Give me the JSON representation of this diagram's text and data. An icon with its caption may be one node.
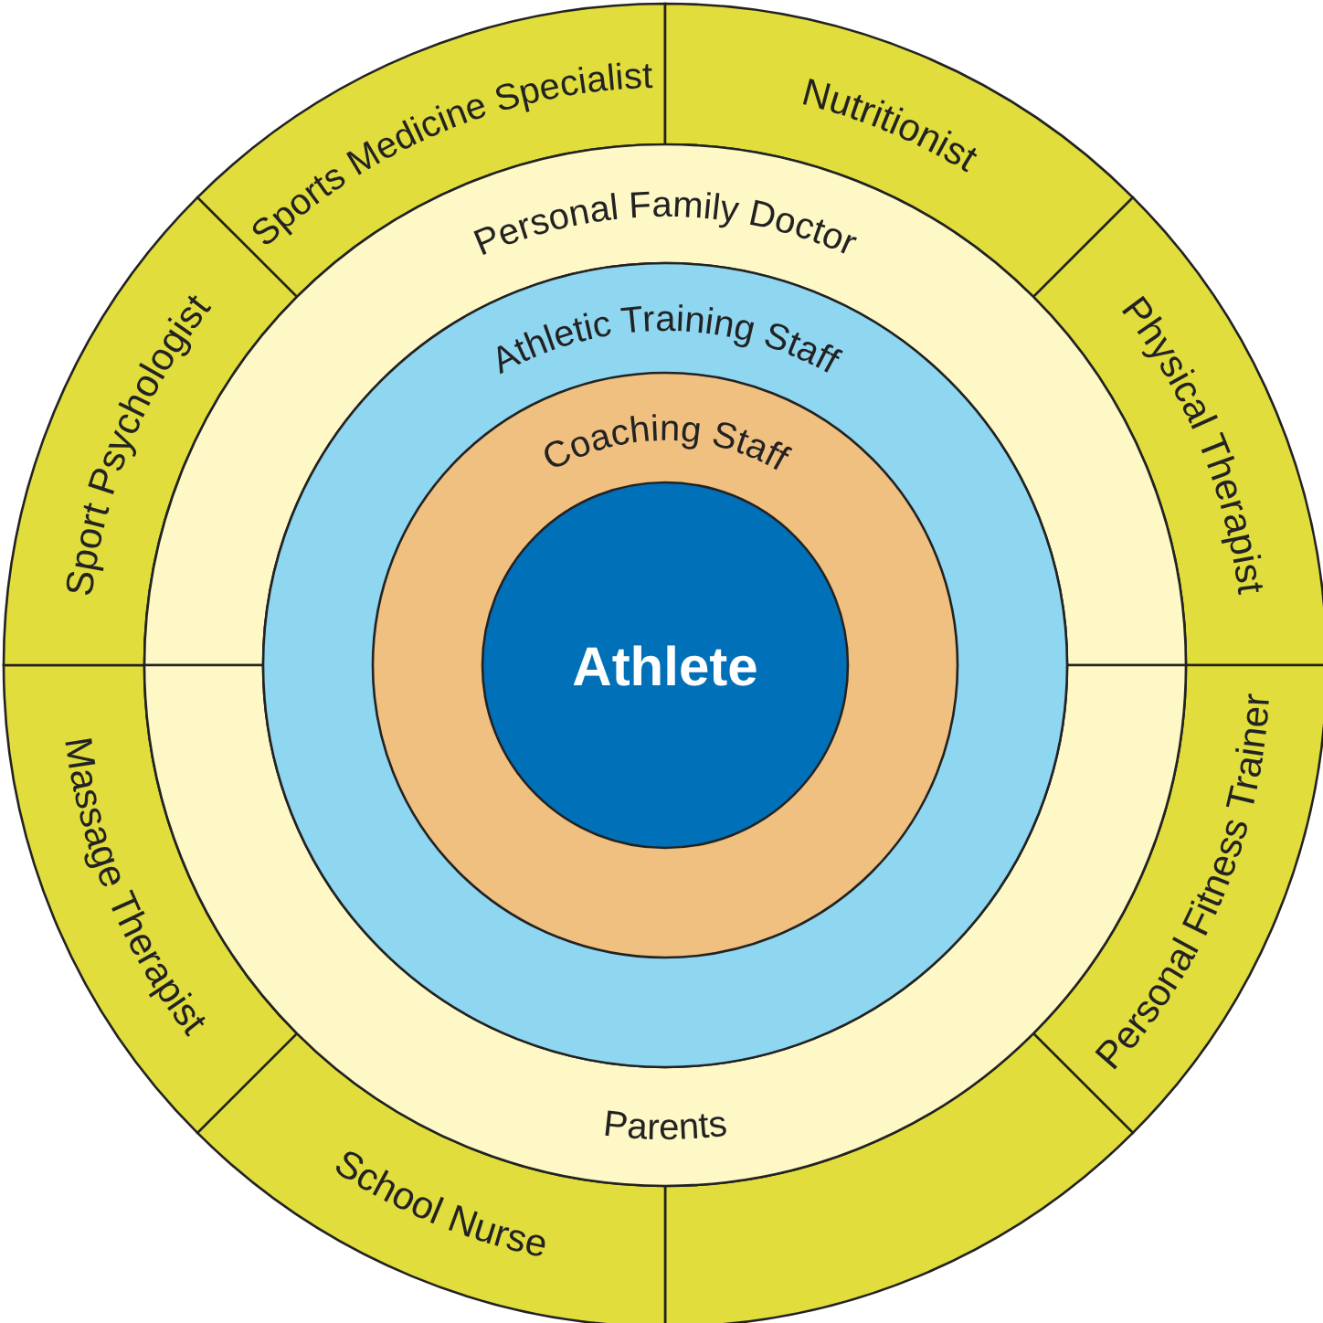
{
  "diagram": {
    "nodes": [
      {
        "text": [
          "Sports Medicine Specialist"
        ]
      },
      {
        "text": [
          "Nutritionist"
        ]
      },
      {
        "text": [
          "Physical Therapist"
        ]
      },
      {
        "text": [
          "Personal Fitness Trainer"
        ]
      },
      {
        "text": [],
        "shape": "sector"
      },
      {
        "text": [
          "School Nurse"
        ]
      },
      {
        "text": [
          "Massage Therapist"
        ]
      },
      {
        "text": [
          "Sport Psychologist"
        ]
      },
      {
        "text": [
          "Personal Family Doctor"
        ]
      },
      {
        "text": [
          "Parents"
        ]
      },
      {
        "text": [
          "Athletic Training Staff"
        ]
      },
      {
        "text": [
          "Coaching Staff"
        ],
        "in": 10
      },
      {
        "text": [
          "Athlete"
        ],
        "in": 11
      }
    ],
    "edges": []
  }
}
